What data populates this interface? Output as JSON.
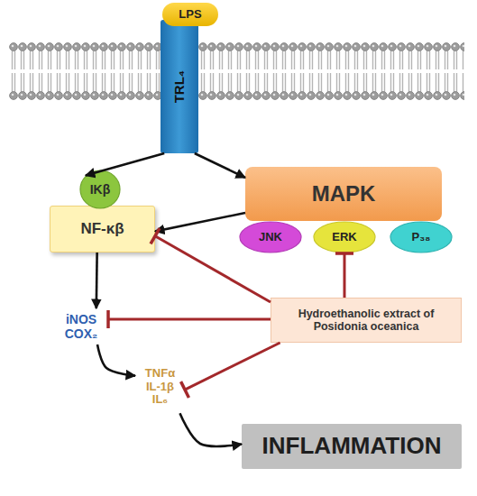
{
  "diagram": {
    "nodes": [
      {
        "text": [
          "LPS"
        ]
      },
      {
        "text": [
          "TRL₄"
        ]
      },
      {
        "text": [
          "IKβ"
        ]
      },
      {
        "text": [
          "NF-κβ"
        ]
      },
      {
        "text": [
          "MAPK"
        ]
      },
      {
        "text": [
          "JNK"
        ]
      },
      {
        "text": [
          "ERK"
        ]
      },
      {
        "text": [
          "P₃₈"
        ]
      },
      {
        "text": [
          "iNOS",
          "COX₂"
        ]
      },
      {
        "text": [
          "Hydroethanolic extract of Posidonia oceanica"
        ]
      },
      {
        "text": [
          "TNFα",
          "IL-1β",
          "IL₆"
        ]
      },
      {
        "text": [
          "INFLAMMATION"
        ]
      }
    ],
    "edges": [
      {
        "from": 1,
        "to": 2,
        "arrow": "to"
      },
      {
        "from": 1,
        "to": 4,
        "arrow": "to"
      },
      {
        "from": 4,
        "to": 3,
        "arrow": "to"
      },
      {
        "from": 3,
        "to": 8,
        "arrow": "to"
      },
      {
        "from": 8,
        "to": 10,
        "arrow": "to"
      },
      {
        "from": 10,
        "to": 11,
        "arrow": "to"
      },
      {
        "from": 9,
        "to": 3,
        "arrow": "to"
      },
      {
        "from": 9,
        "to": 6,
        "arrow": "to"
      },
      {
        "from": 9,
        "to": 8,
        "arrow": "to"
      },
      {
        "from": 9,
        "to": 10,
        "arrow": "to"
      }
    ]
  }
}
